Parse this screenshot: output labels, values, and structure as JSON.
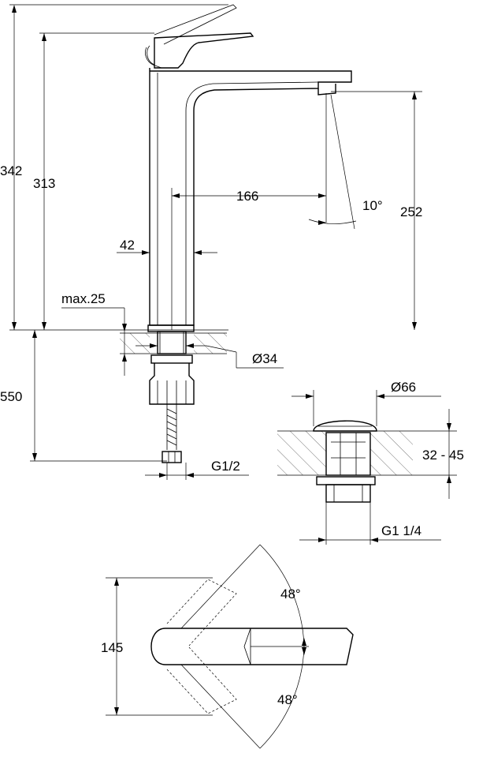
{
  "dimensions": {
    "total_height": "342",
    "body_height": "313",
    "spout_reach": "166",
    "spray_angle": "10°",
    "spout_height": "252",
    "body_diameter": "42",
    "max_deck": "max.25",
    "hole_diameter": "Ø34",
    "hose_length": "550",
    "hose_thread": "G1/2",
    "waste_diameter": "Ø66",
    "deck_range": "32 - 45",
    "waste_thread": "G1 1/4",
    "handle_angle_top": "48°",
    "handle_depth": "145",
    "handle_angle_bottom": "48°"
  }
}
